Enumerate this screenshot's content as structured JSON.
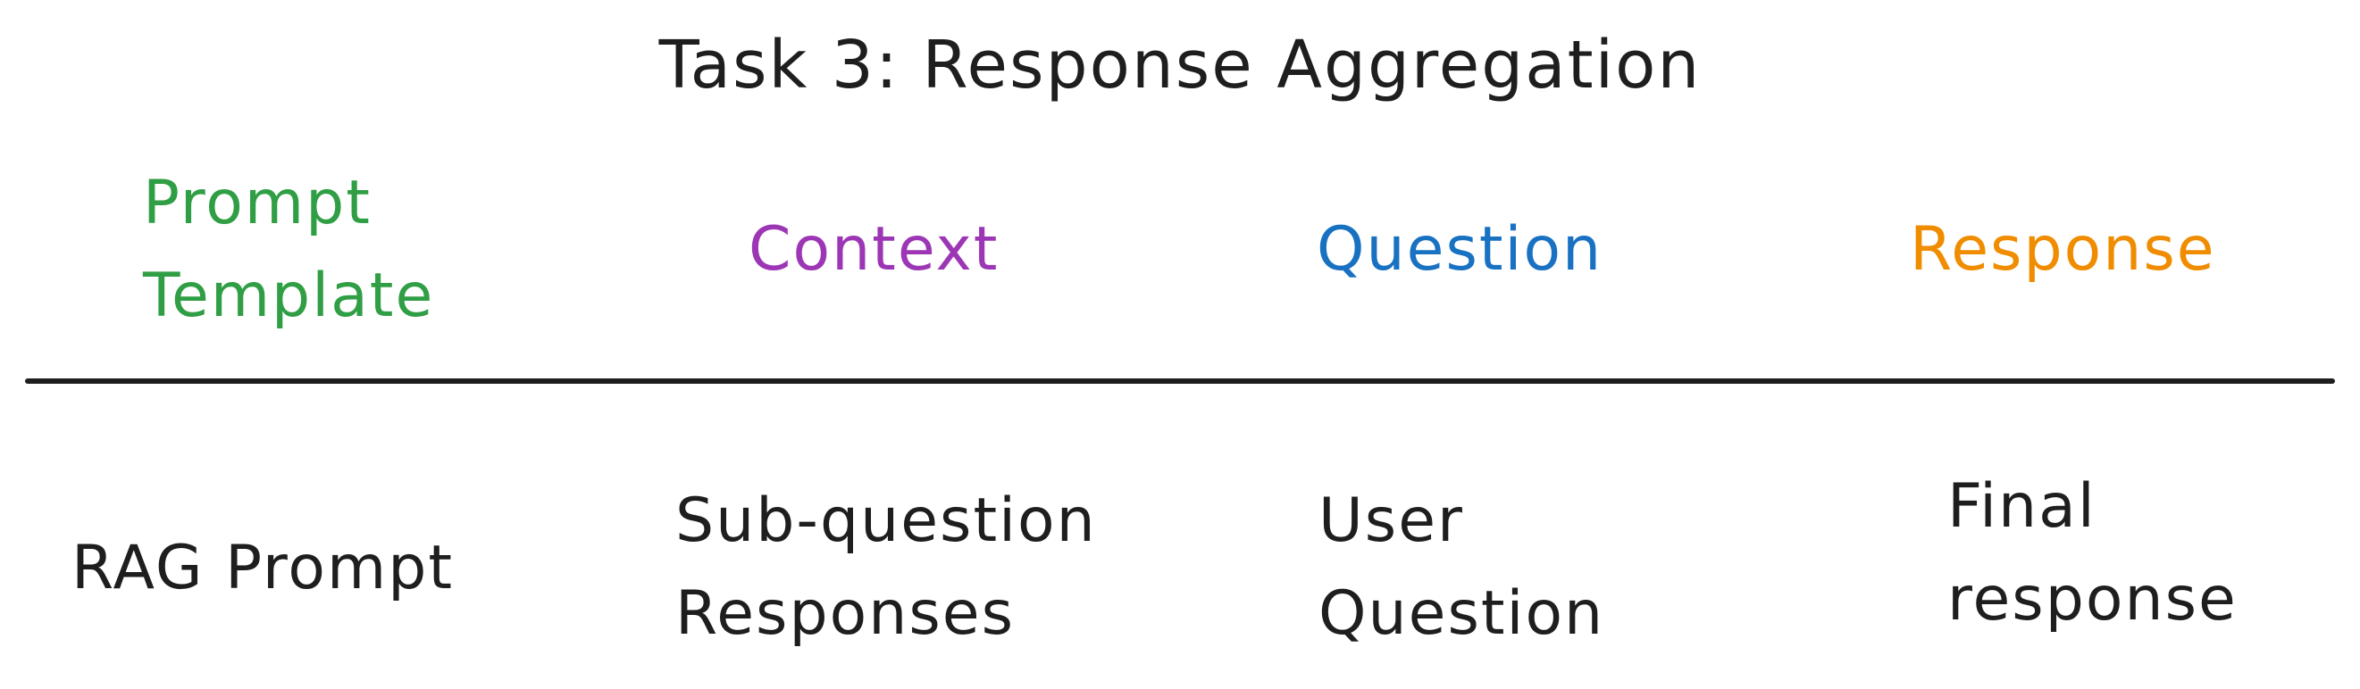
{
  "title": "Task 3: Response Aggregation",
  "header": {
    "prompt_template": {
      "line1": "Prompt",
      "line2": "Template",
      "color": "#2f9e44"
    },
    "context": {
      "label": "Context",
      "color": "#9c36b5"
    },
    "question": {
      "label": "Question",
      "color": "#1971c2"
    },
    "response": {
      "label": "Response",
      "color": "#f08c00"
    }
  },
  "row": {
    "prompt_template": "RAG Prompt",
    "context": {
      "line1": "Sub-question",
      "line2": "Responses"
    },
    "question": {
      "line1": "User",
      "line2": "Question"
    },
    "response": {
      "line1": "Final",
      "line2": "response"
    }
  }
}
